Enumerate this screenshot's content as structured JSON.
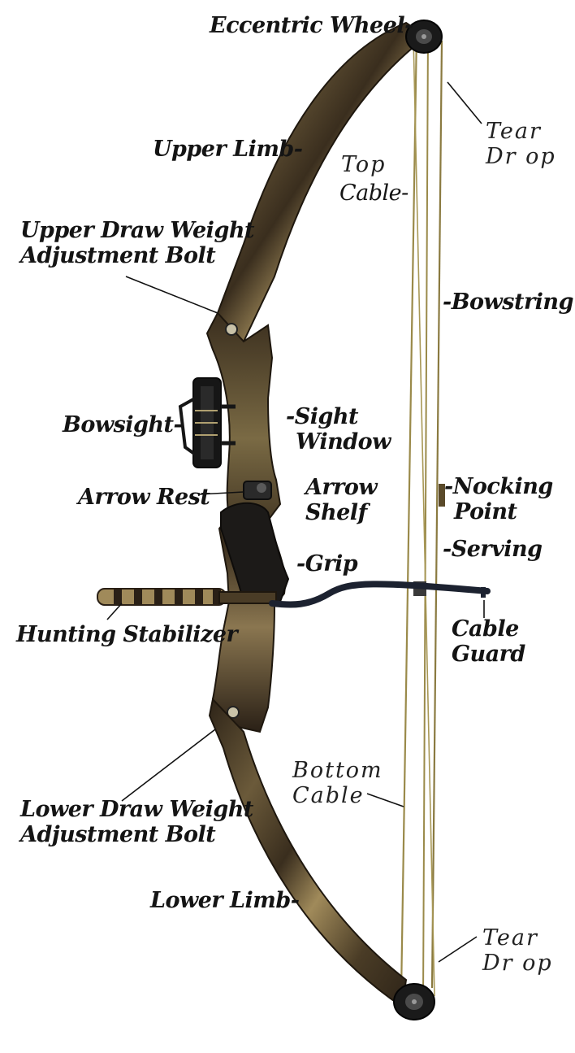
{
  "diagram": {
    "colors": {
      "camo_dark": "#2e2418",
      "camo_mid": "#6b5a3a",
      "camo_light": "#a08a5a",
      "string": "#8a7a40",
      "cable": "#9a8a4a",
      "stabilizer_bands": "#b8a060"
    },
    "labels": {
      "eccentric_wheel": "Eccentric Wheel-",
      "tear_drop_top": [
        "Tear",
        "Dr op"
      ],
      "upper_limb": "Upper Limb-",
      "top_cable": [
        "Top",
        "Cable-"
      ],
      "upper_draw_weight": [
        "Upper Draw Weight",
        "Adjustment Bolt"
      ],
      "bowstring": "-Bowstring",
      "bowsight": "Bowsight-",
      "sight_window": [
        "-Sight",
        "Window"
      ],
      "arrow_rest": "Arrow Rest",
      "arrow_shelf": [
        "Arrow",
        "Shelf"
      ],
      "nocking_point": [
        "-Nocking",
        "Point"
      ],
      "serving": "-Serving",
      "grip": "-Grip",
      "hunting_stabilizer": "Hunting Stabilizer",
      "cable_guard": [
        "Cable",
        "Guard"
      ],
      "bottom_cable": [
        "Bottom",
        "Cable"
      ],
      "lower_draw_weight": [
        "Lower Draw Weight",
        "Adjustment Bolt"
      ],
      "lower_limb": "Lower Limb-",
      "tear_drop_bottom": [
        "Tear",
        "Dr op"
      ]
    }
  }
}
